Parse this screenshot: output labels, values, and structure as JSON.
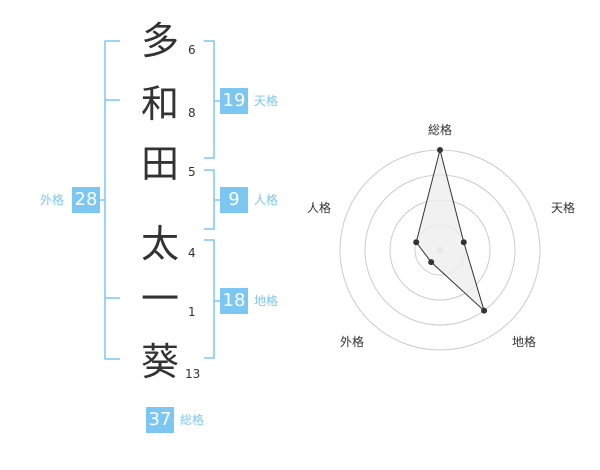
{
  "name": {
    "chars": [
      {
        "char": "多",
        "strokes": "6"
      },
      {
        "char": "和",
        "strokes": "8"
      },
      {
        "char": "田",
        "strokes": "5"
      },
      {
        "char": "太",
        "strokes": "4"
      },
      {
        "char": "一",
        "strokes": "1"
      },
      {
        "char": "葵",
        "strokes": "13"
      }
    ]
  },
  "kakusu": {
    "tenkaku": {
      "value": "19",
      "label": "天格"
    },
    "jinkaku": {
      "value": "9",
      "label": "人格"
    },
    "chikaku": {
      "value": "18",
      "label": "地格"
    },
    "gaikaku": {
      "value": "28",
      "label": "外格"
    },
    "soukaku": {
      "value": "37",
      "label": "総格"
    }
  },
  "colors": {
    "accent": "#7cc7f2",
    "accent_text": "#7cc7f2",
    "text": "#333333",
    "ring": "#cccccc",
    "polygon_fill": "#eeeeee",
    "point": "#333333"
  },
  "chart_data": {
    "type": "radar",
    "axes": [
      "総格",
      "天格",
      "地格",
      "外格",
      "人格"
    ],
    "values": [
      4,
      1,
      3,
      0.6,
      1
    ],
    "rlim": [
      0,
      4
    ],
    "rings": 4
  }
}
